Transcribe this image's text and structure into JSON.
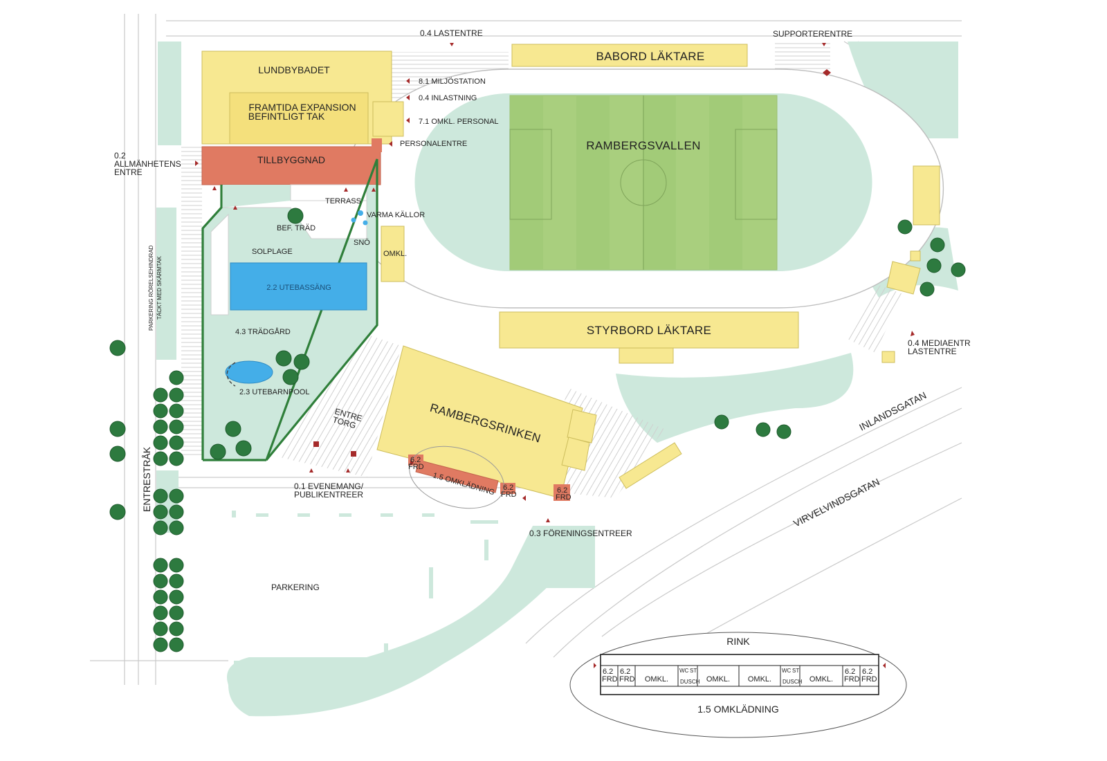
{
  "colors": {
    "green_area": "#cde8dc",
    "building_yellow": "#f7e891",
    "building_yellow_stroke": "#cdbd5c",
    "building_red": "#e07a62",
    "pitch": "#a9cf7e",
    "pool": "#44aee8",
    "tree": "#2d7a3f",
    "boundary": "#2f7f3a",
    "road_line": "#c8c8c8",
    "marker": "#a52a2a"
  },
  "labels": {
    "lastentre_top": "0.4 LASTENTRE",
    "supporterentre": "SUPPORTERENTRE",
    "babord_laktare": "BABORD LÄKTARE",
    "lundbybadet": "LUNDBYBADET",
    "miljostation": "8.1 MILJÖSTATION",
    "inlastning": "0.4 INLASTNING",
    "framtida_line1": "FRAMTIDA EXPANSION",
    "framtida_line2": "BEFINTLIGT TAK",
    "omkl_personal": "7.1 OMKL. PERSONAL",
    "personalentre": "PERSONALENTRE",
    "allmanhetens_line1": "0.2",
    "allmanhetens_line2": "ALLMÄNHETENS",
    "allmanhetens_line3": "ENTRE",
    "tillbyggnad": "TILLBYGGNAD",
    "terrass": "TERRASS",
    "varma_kallor": "VARMA KÄLLOR",
    "bef_trad": "BEF. TRÄD",
    "sno": "SNÖ",
    "omkl": "OMKL.",
    "solplage": "SOLPLAGE",
    "utebassang": "2.2 UTEBASSÄNG",
    "tradgard": "4.3 TRÄDGÅRD",
    "utebarnpool": "2.3 UTEBARNPOOL",
    "parkering_vertical_line1": "PARKERING RÖRELSEHINDRAD",
    "parkering_vertical_line2": "TÄCKT MED SKÄRMTAK",
    "rambergsvallen": "RAMBERGSVALLEN",
    "styrbord_laktare": "STYRBORD LÄKTARE",
    "mediaentre_line1": "0.4 MEDIAENTR",
    "mediaentre_line2": "LASTENTRE",
    "inlandsgatan": "INLANDSGATAN",
    "virvelvindsgatan": "VIRVELVINDSGATAN",
    "entre_torg_line1": "ENTRE",
    "entre_torg_line2": "TORG",
    "rambergsrinken": "RAMBERGSRINKEN",
    "frd": "6.2\nFRD",
    "frd_num": "6.2",
    "frd_txt": "FRD",
    "omkladning_small": "1.5 OMKLÄDNING",
    "evenemang_line1": "0.1 EVENEMANG/",
    "evenemang_line2": "PUBLIKENTREER",
    "foreningsentreer": "0.3 FÖRENINGSENTREER",
    "entrestrak": "ENTRESTRÅK",
    "parkering": "PARKERING"
  },
  "inset": {
    "title": "RINK",
    "caption": "1.5 OMKLÄDNING",
    "frd_num": "6.2",
    "frd_txt": "FRD",
    "rooms": [
      "OMKL.",
      "OMKL.",
      "OMKL.",
      "OMKL."
    ],
    "wc": "WC",
    "st": "ST",
    "dusch": "DUSCH"
  }
}
